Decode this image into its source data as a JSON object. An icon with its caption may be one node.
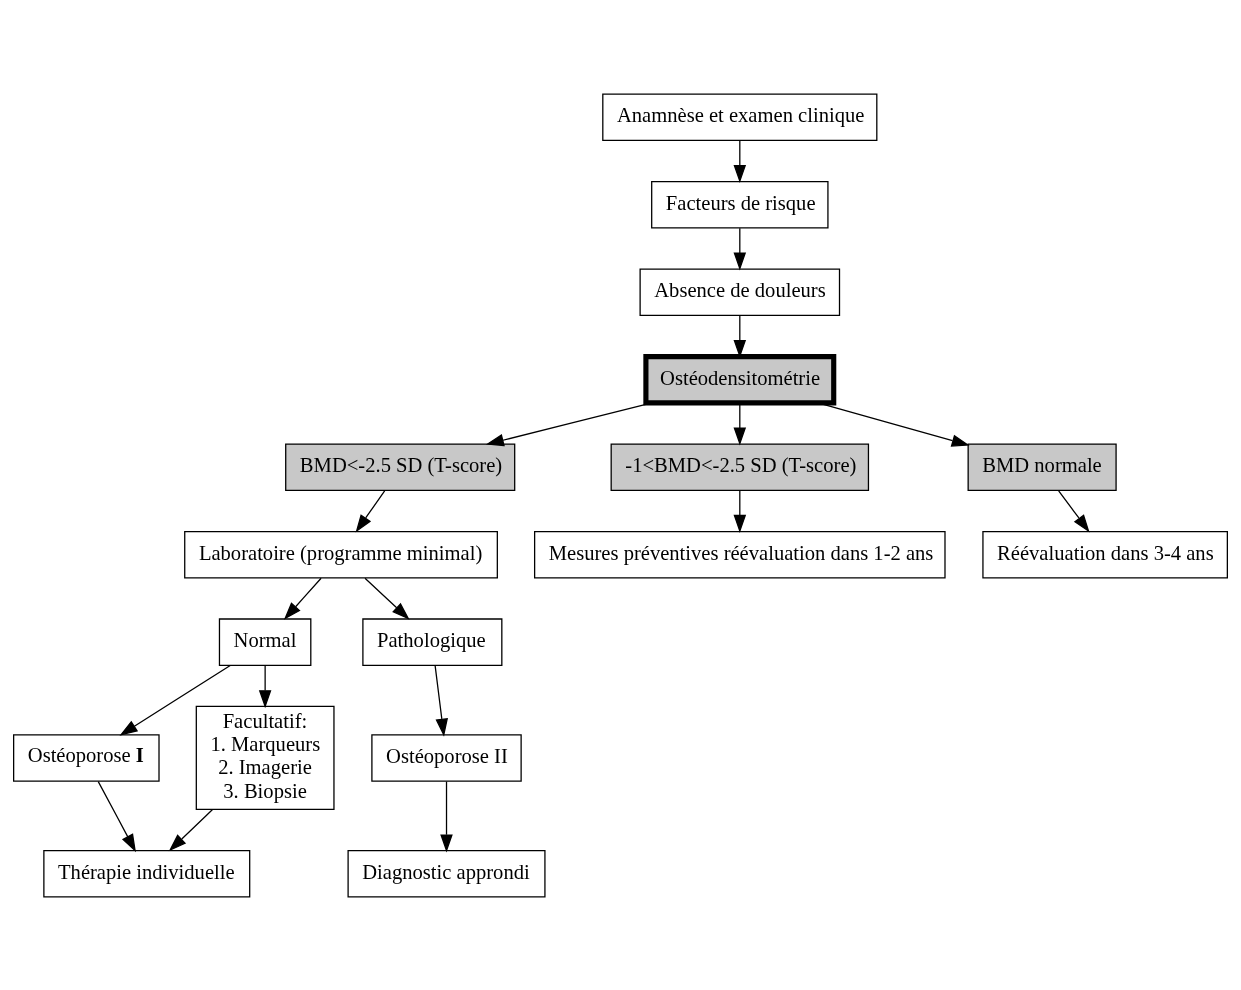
{
  "diagram": {
    "nodes": [
      {
        "text": [
          "Anamnèse et examen clinique"
        ]
      },
      {
        "text": [
          "Facteurs de risque"
        ]
      },
      {
        "text": [
          "Absence de douleurs"
        ]
      },
      {
        "text": [
          "Ostéodensitométrie"
        ]
      },
      {
        "text": [
          "BMD<-2.5 SD (T-score)"
        ]
      },
      {
        "text": [
          "-1<BMD<-2.5 SD (T-score)"
        ]
      },
      {
        "text": [
          "BMD normale"
        ]
      },
      {
        "text": [
          "Mesures préventives réévaluation dans 1-2 ans"
        ]
      },
      {
        "text": [
          "Réévaluation dans 3-4 ans"
        ]
      },
      {
        "text": [
          "Laboratoire (programme minimal)"
        ]
      },
      {
        "text": [
          "Normal"
        ]
      },
      {
        "text": [
          "Pathologique"
        ]
      },
      {
        "text": [
          "Ostéoporose **I**"
        ]
      },
      {
        "text": [
          "Ostéoporose II"
        ]
      },
      {
        "text": [
          "Facultatif:",
          "1. Marqueurs",
          "2. Imagerie",
          "3. Biopsie"
        ]
      },
      {
        "text": [
          "Thérapie individuelle"
        ]
      },
      {
        "text": [
          "Diagnostic approndi"
        ]
      }
    ],
    "edges": [
      {
        "from": 0,
        "to": 1,
        "arrow": "to"
      },
      {
        "from": 1,
        "to": 2,
        "arrow": "to"
      },
      {
        "from": 2,
        "to": 3,
        "arrow": "to"
      },
      {
        "from": 3,
        "to": 4,
        "arrow": "to"
      },
      {
        "from": 3,
        "to": 5,
        "arrow": "to"
      },
      {
        "from": 3,
        "to": 6,
        "arrow": "to"
      },
      {
        "from": 5,
        "to": 7,
        "arrow": "to"
      },
      {
        "from": 6,
        "to": 8,
        "arrow": "to"
      },
      {
        "from": 4,
        "to": 9,
        "arrow": "to"
      },
      {
        "from": 9,
        "to": 10,
        "arrow": "to"
      },
      {
        "from": 9,
        "to": 11,
        "arrow": "to"
      },
      {
        "from": 10,
        "to": 12,
        "arrow": "to"
      },
      {
        "from": 11,
        "to": 13,
        "arrow": "to"
      },
      {
        "from": 10,
        "to": 14,
        "arrow": "to"
      },
      {
        "from": 12,
        "to": 15,
        "arrow": "to"
      },
      {
        "from": 13,
        "to": 16,
        "arrow": "to"
      },
      {
        "from": 14,
        "to": 15,
        "arrow": "to"
      }
    ]
  }
}
